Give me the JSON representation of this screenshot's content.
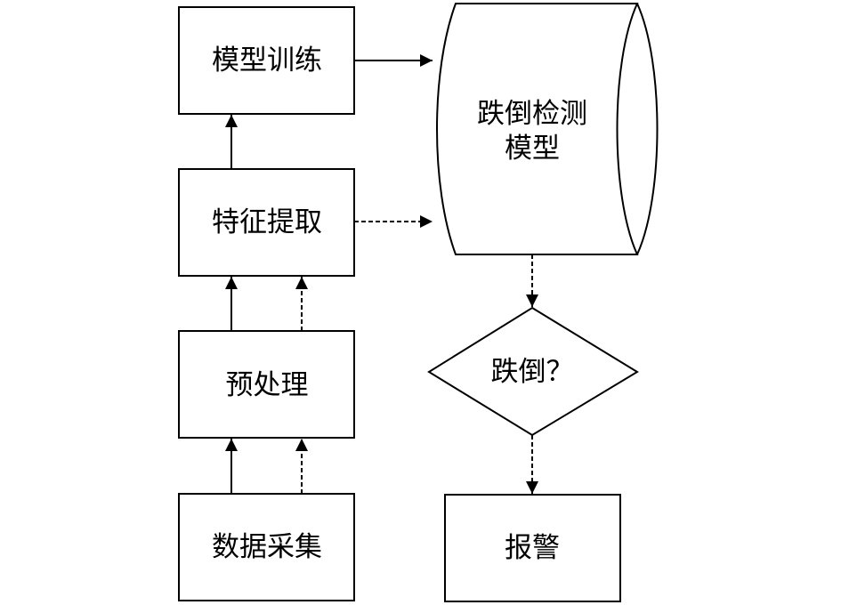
{
  "nodes": {
    "model_training": "模型训练",
    "feature_extraction": "特征提取",
    "preprocessing": "预处理",
    "data_collection": "数据采集",
    "fall_model_line1": "跌倒检测",
    "fall_model_line2": "模型",
    "fall_decision": "跌倒？",
    "alarm": "报警"
  },
  "edges": [
    {
      "from": "data_collection",
      "to": "preprocessing",
      "style": "solid"
    },
    {
      "from": "data_collection",
      "to": "preprocessing",
      "style": "dashed"
    },
    {
      "from": "preprocessing",
      "to": "feature_extraction",
      "style": "solid"
    },
    {
      "from": "preprocessing",
      "to": "feature_extraction",
      "style": "dashed"
    },
    {
      "from": "feature_extraction",
      "to": "model_training",
      "style": "solid"
    },
    {
      "from": "model_training",
      "to": "fall_detection_model",
      "style": "solid"
    },
    {
      "from": "feature_extraction",
      "to": "fall_detection_model",
      "style": "dashed"
    },
    {
      "from": "fall_detection_model",
      "to": "fall_decision",
      "style": "dashed"
    },
    {
      "from": "fall_decision",
      "to": "alarm",
      "style": "dashed"
    }
  ],
  "colors": {
    "stroke": "#000000",
    "background": "#ffffff"
  }
}
